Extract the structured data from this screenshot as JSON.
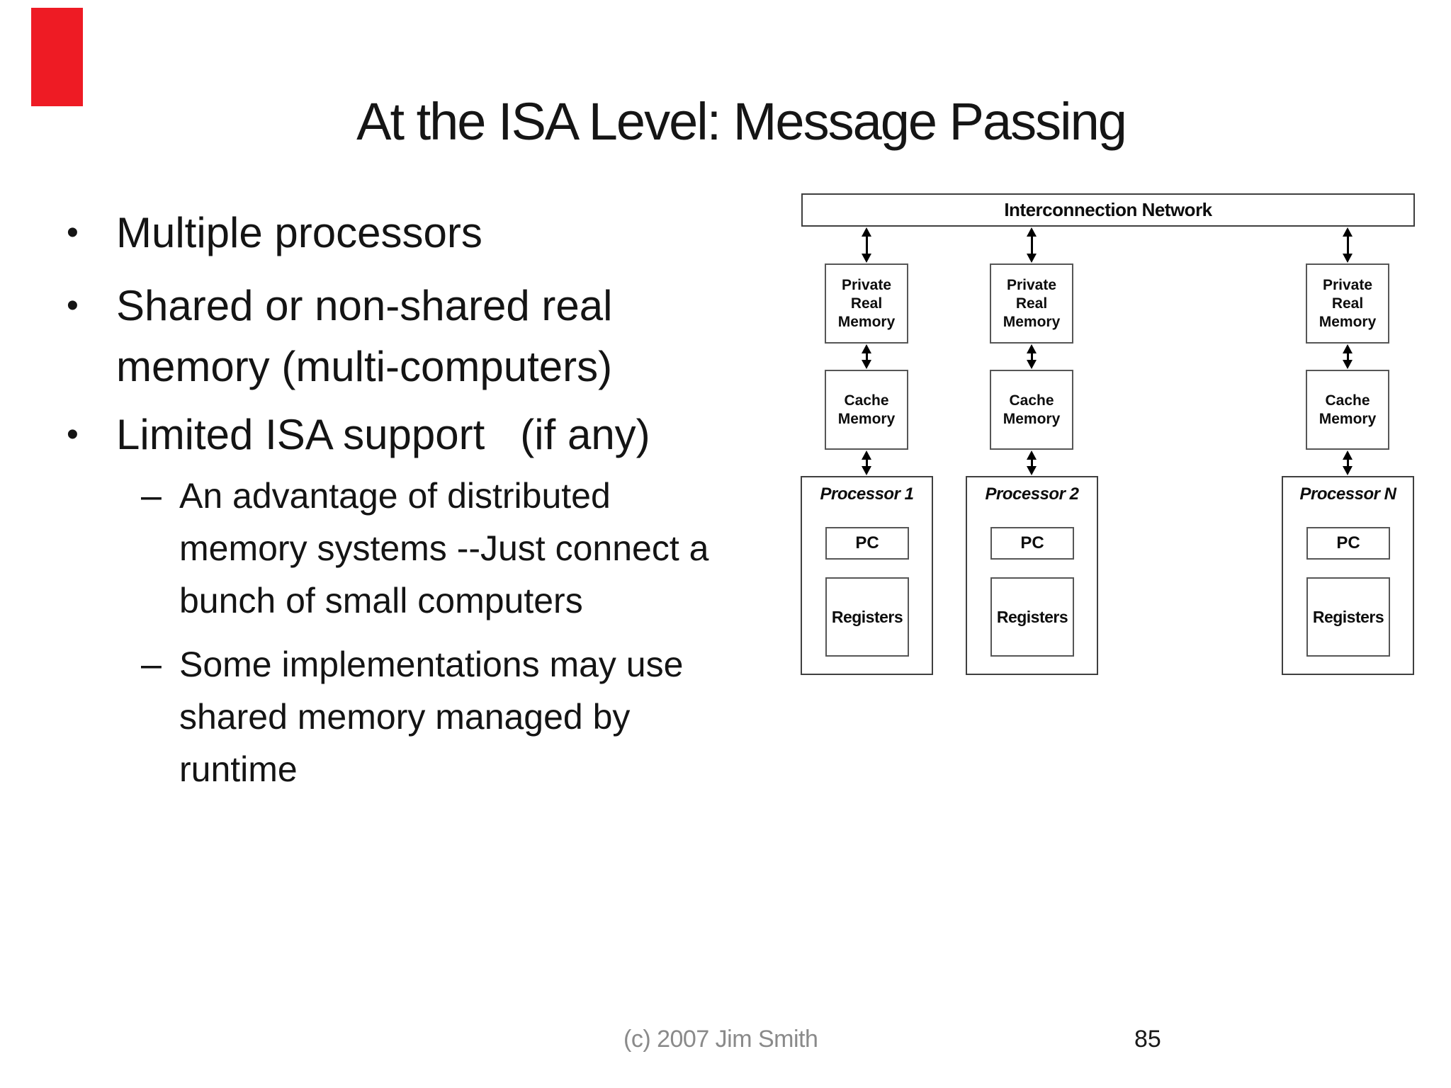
{
  "slide": {
    "title": "At the ISA Level: Message Passing",
    "bullets": [
      {
        "level": 1,
        "marker": "•",
        "text": "Multiple processors"
      },
      {
        "level": 1,
        "marker": "•",
        "text": "Shared or non-shared real\nmemory (multi-computers)"
      },
      {
        "level": 1,
        "marker": "•",
        "text": "Limited ISA support   (if any)"
      },
      {
        "level": 2,
        "marker": "–",
        "text": "An advantage of distributed\nmemory systems --Just connect a\nbunch of small computers"
      },
      {
        "level": 2,
        "marker": "–",
        "text": "Some implementations may use\nshared memory managed by\nruntime"
      }
    ],
    "footer": {
      "copyright": "(c) 2007 Jim Smith",
      "page_number": "85"
    },
    "decorations": {
      "red_marker_color": "#ee1b24"
    }
  },
  "diagram": {
    "network_label": "Interconnection Network",
    "box_labels": {
      "private_memory": "Private\nReal\nMemory",
      "cache_memory": "Cache\nMemory",
      "pc": "PC",
      "registers": "Registers"
    },
    "processors": [
      {
        "label": "Processor 1"
      },
      {
        "label": "Processor 2"
      },
      {
        "label": "Processor N"
      }
    ]
  }
}
